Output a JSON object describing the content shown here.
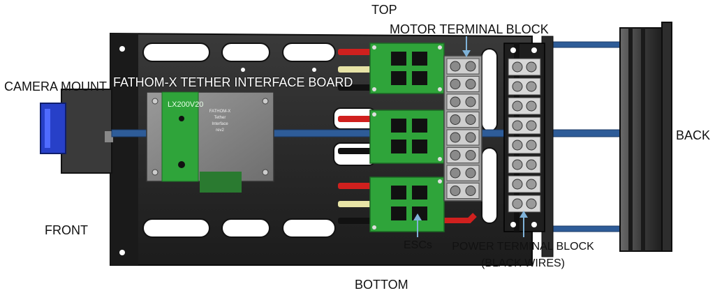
{
  "labels": {
    "top": "TOP",
    "bottom": "BOTTOM",
    "front": "FRONT",
    "back": "BACK",
    "camera_mount": "CAMERA MOUNT",
    "tether_board": "FATHOM-X TETHER INTERFACE BOARD",
    "motor_terminal_block": "MOTOR TERMINAL BLOCK",
    "escs": "ESCs",
    "power_terminal_block_line1": "POWER TERMINAL BLOCK",
    "power_terminal_block_line2": "(BLACK WIRES)"
  },
  "board_print": {
    "model": "LX200V20",
    "line1": "FATHOM-X",
    "line2": "Tether",
    "line3": "Interface",
    "line4": "rev2"
  },
  "colors": {
    "tray": "#2b2b2b",
    "tray_edge": "#111111",
    "pcb_green": "#2fa43a",
    "board_gray": "#8c8c8c",
    "camera_blue": "#2740c8",
    "rod_blue": "#2e5c98",
    "wire_red": "#d0201e",
    "wire_yellow": "#e8e4a6",
    "wire_black": "#111111",
    "terminal_gray": "#cfcfcf",
    "arrow_blue": "#7fb2d8"
  }
}
